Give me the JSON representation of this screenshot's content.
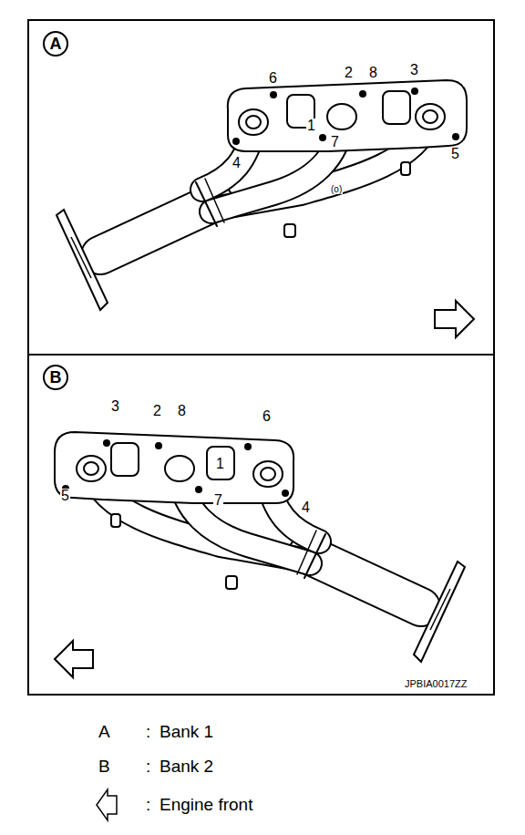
{
  "diagram": {
    "nodes": [
      {
        "text": [
          "A"
        ]
      },
      {
        "text": [
          "B"
        ]
      }
    ],
    "labels": [
      "6",
      "2",
      "8",
      "3",
      "1",
      "7",
      "4",
      "5",
      "(o)",
      "3",
      "2",
      "8",
      "6",
      "5",
      "1",
      "7",
      "4",
      "JPBIA0017ZZ",
      "A",
      ":",
      "B",
      ":",
      ":"
    ],
    "legend": [
      {
        "text": "Bank 1"
      },
      {
        "text": "Bank 2"
      },
      {
        "text": "Engine front"
      }
    ]
  }
}
